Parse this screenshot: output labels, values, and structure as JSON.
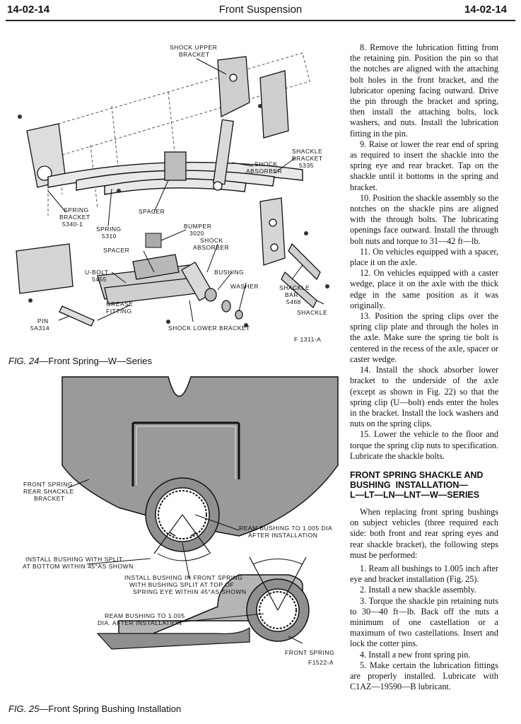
{
  "header": {
    "page_left": "14-02-14",
    "title": "Front Suspension",
    "page_right": "14-02-14"
  },
  "figure24": {
    "caption_fig": "FIG. 24",
    "caption_text": "—Front Spring—W—Series",
    "labels": {
      "shock_upper_bracket_1": "SHOCK UPPER",
      "shock_upper_bracket_2": "BRACKET",
      "shackle_bracket_1": "SHACKLE",
      "shackle_bracket_2": "BRACKET",
      "shackle_bracket_3": "5335",
      "shock_absorber_1": "SHOCK",
      "shock_absorber_2": "ABSORBER",
      "spring_bracket_1": "SPRING",
      "spring_bracket_2": "BRACKET",
      "spring_bracket_3": "5340-1",
      "spring_1": "SPRING",
      "spring_2": "5310",
      "spacer_upper": "SPACER",
      "bumper_1": "BUMPER",
      "bumper_2": "3020",
      "shock_absorber_b1": "SHOCK",
      "shock_absorber_b2": "ABSORBER",
      "spacer_lower": "SPACER",
      "ubolt_1": "U-BOLT",
      "ubolt_2": "5455",
      "bushing": "BUSHING",
      "washer": "WASHER",
      "shackle_bar_1": "SHACKLE",
      "shackle_bar_2": "BAR",
      "shackle_bar_3": "5468",
      "grease_fitting_1": "GREASE",
      "grease_fitting_2": "FITTING",
      "pin_1": "PIN",
      "pin_2": "5A314",
      "shackle": "SHACKLE",
      "shock_lower_bracket": "SHOCK LOWER BRACKET",
      "fig_id": "F 1311-A"
    }
  },
  "figure25": {
    "caption_fig": "FIG. 25",
    "caption_text": "—Front Spring Bushing Installation",
    "labels": {
      "front_spring_rear_1": "FRONT SPRING",
      "front_spring_rear_2": "REAR SHACKLE",
      "front_spring_rear_3": "BRACKET",
      "ream_after_1": "REAM BUSHING TO 1.005 DIA",
      "ream_after_2": "AFTER INSTALLATION",
      "install_split_bottom_1": "INSTALL BUSHING WITH SPLIT",
      "install_split_bottom_2": "AT BOTTOM WITHIN 45°AS SHOWN",
      "install_front_1": "INSTALL BUSHING IN FRONT SPRING",
      "install_front_2": "WITH BUSHING SPLIT AT TOP OF",
      "install_front_3": "SPRING EYE WITHIN 45°AS SHOWN",
      "ream_dia_1": "REAM BUSHING TO 1.005",
      "ream_dia_2": "DIA. AFTER INSTALLATION",
      "front_spring": "FRONT SPRING",
      "fig_id": "F1522-A"
    }
  },
  "steps_a": [
    {
      "num": "8.",
      "text": "Remove the lubrication fitting from the retaining pin. Position the pin so that the notches are aligned with the attaching bolt holes in the front bracket, and the lubricator opening facing outward. Drive the pin through the bracket and spring, then install the attaching bolts, lock washers, and nuts. Install the lubrication fitting in the pin."
    },
    {
      "num": "9.",
      "text": "Raise or lower the rear end of spring as required to insert the shackle into the spring eye and rear bracket. Tap on the shackle until it bottoms in the spring and bracket."
    },
    {
      "num": "10.",
      "text": "Position the shackle assembly so the notches on the shackle pins are aligned with the through bolts. The lubricating openings face outward. Install the through bolt nuts and torque to 31—42 ft—lb."
    },
    {
      "num": "11.",
      "text": "On vehicles equipped with a spacer, place it on the axle."
    },
    {
      "num": "12.",
      "text": "On vehicles equipped with a caster wedge, place it on the axle with the thick edge in the same position as it was originally."
    },
    {
      "num": "13.",
      "text": "Position the spring clips over the spring clip plate and through the holes in the axle. Make sure the spring tie bolt is centered in the recess of the axle, spacer or caster wedge."
    },
    {
      "num": "14.",
      "text": "Install the shock absorber lower bracket to the underside of the axle (except as shown in Fig. 22) so that the spring clip (U—bolt) ends enter the holes in the bracket. Install the lock washers and nuts on the spring clips."
    },
    {
      "num": "15.",
      "text": "Lower the vehicle to the floor and torque the spring clip nuts to specification. Lubricate the shackle bolts."
    }
  ],
  "section_heading": {
    "line1": "FRONT SPRING SHACKLE AND",
    "line2": "BUSHING  INSTALLATION—",
    "line3": "L—LT—LN—LNT—W—SERIES"
  },
  "intro": "When replacing front spring bushings on subject vehicles (three required each side: both front and rear spring eyes and rear shackle bracket), the following steps must be performed:",
  "steps_b": [
    {
      "num": "1.",
      "text": "Ream all bushings to 1.005 inch after eye and bracket installation (Fig. 25)."
    },
    {
      "num": "2.",
      "text": "Install a new shackle assembly."
    },
    {
      "num": "3.",
      "text": "Torque the shackle pin retaining nuts to 30—40 ft—lb. Back off the nuts a minimum of one castellation or a maximum of two castellations. Insert and lock the cotter pins."
    },
    {
      "num": "4.",
      "text": "Install a new front spring pin."
    },
    {
      "num": "5.",
      "text": "Make certain the lubrication fittings are properly installed. Lubricate with C1AZ—19590—B lubricant."
    }
  ]
}
